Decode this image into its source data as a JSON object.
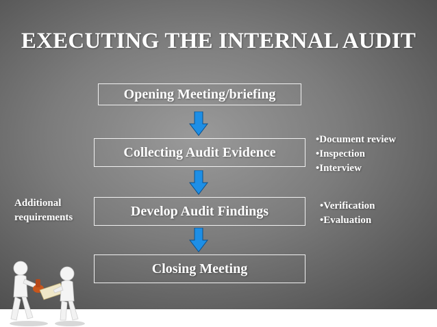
{
  "title": "EXECUTING THE INTERNAL AUDIT",
  "steps": [
    "Opening Meeting/briefing",
    "Collecting Audit Evidence",
    "Develop Audit Findings",
    "Closing Meeting"
  ],
  "notes": {
    "evidence": [
      "•Document review",
      "•Inspection",
      "•Interview"
    ],
    "findings": [
      "•Verification",
      "•Evaluation"
    ],
    "additional": [
      "Additional",
      "requirements"
    ]
  },
  "colors": {
    "arrow_fill": "#1e8fe6",
    "arrow_stroke": "#0b4f8a",
    "text": "#ffffff",
    "box_border": "#f2f2f2"
  },
  "icons": {
    "arrow": "down-arrow-icon",
    "illustration": "people-stamping-document-illustration"
  }
}
